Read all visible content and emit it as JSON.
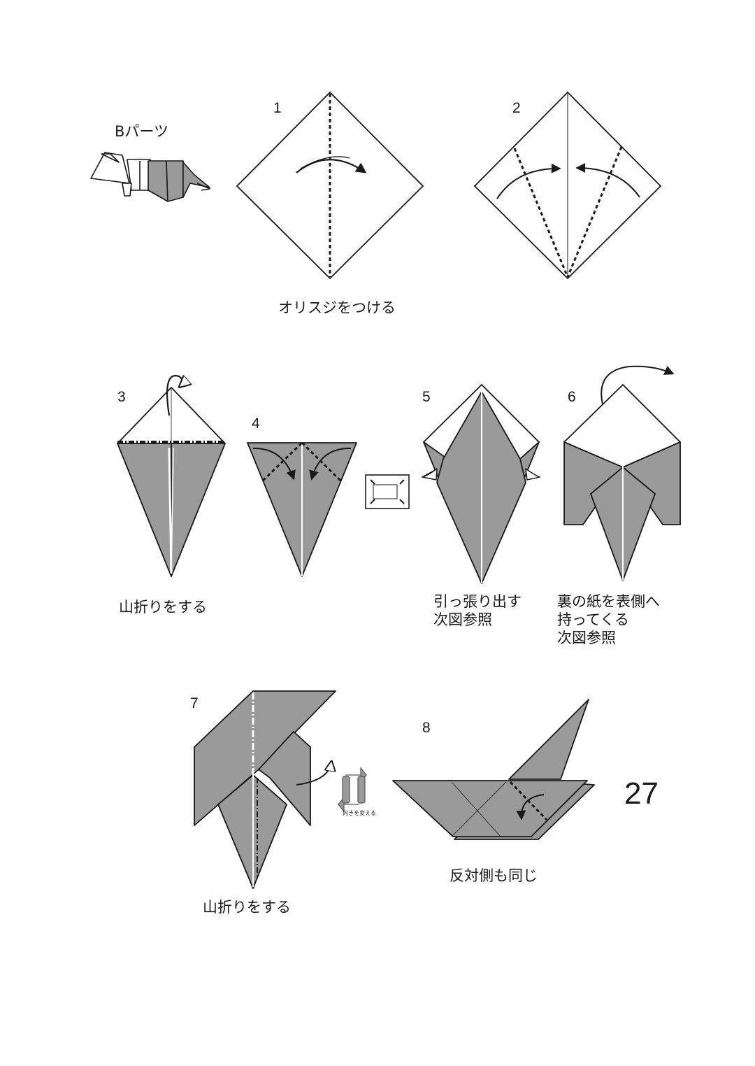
{
  "part_title": "Bパーツ",
  "steps": [
    {
      "number": "1",
      "caption": ""
    },
    {
      "number": "2",
      "caption": ""
    },
    {
      "number": "3",
      "caption": "山折りをする"
    },
    {
      "number": "4",
      "caption": ""
    },
    {
      "number": "5",
      "caption": "引っ張り出す\n次図参照"
    },
    {
      "number": "6",
      "caption": "裏の紙を表側へ\n持ってくる\n次図参照"
    },
    {
      "number": "7",
      "caption": "山折りをする"
    },
    {
      "number": "8",
      "caption": "反対側も同じ"
    }
  ],
  "caption_1_2": "オリスジをつける",
  "enlarge_label": "拡大",
  "turn_over_label": "向きを変える",
  "page_number": "27",
  "colors": {
    "paper_gray": "#9a9a9a",
    "line": "#1a1a1a"
  }
}
